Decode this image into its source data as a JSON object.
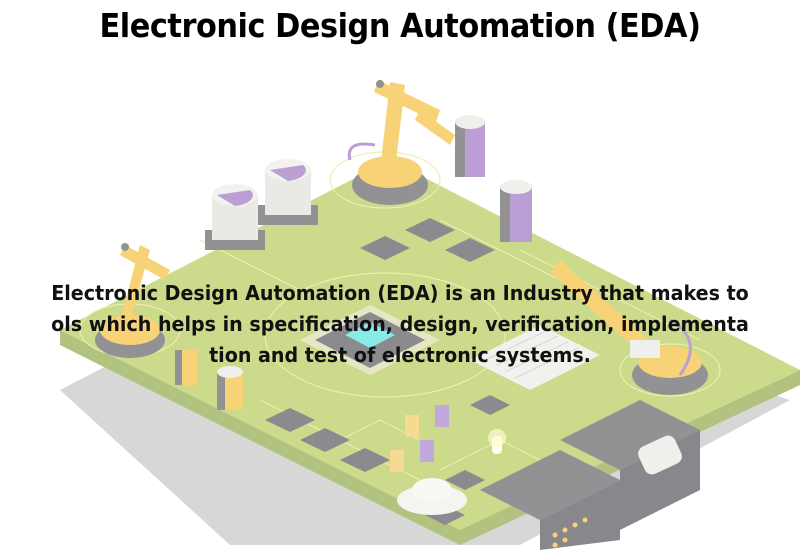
{
  "header": {
    "title": "Electronic Design Automation (EDA)"
  },
  "description": {
    "lines": [
      "Electronic Design Automation (EDA) is an Industry that makes to",
      "ols which helps in specification, design, verification, implementa",
      "tion and test of electronic systems."
    ]
  },
  "illustration": {
    "subject": "isometric printed circuit board with robotic arms assembling components",
    "icons": [
      "robot-arm-icon",
      "capacitor-icon",
      "microchip-icon",
      "ic-chip-icon",
      "heatsink-icon",
      "connector-icon",
      "led-icon",
      "transistor-icon"
    ],
    "colors": {
      "board": "#a9c23f",
      "board_edge": "#7f9a2b",
      "trace": "#e6e27a",
      "robot_arm": "#f2b51e",
      "capacitor_white": "#dcdcd6",
      "capacitor_purple": "#8f5fb8",
      "chip": "#3d3d45",
      "chip_glow": "#38e0d8",
      "shadow": "#c8c8c8"
    }
  }
}
